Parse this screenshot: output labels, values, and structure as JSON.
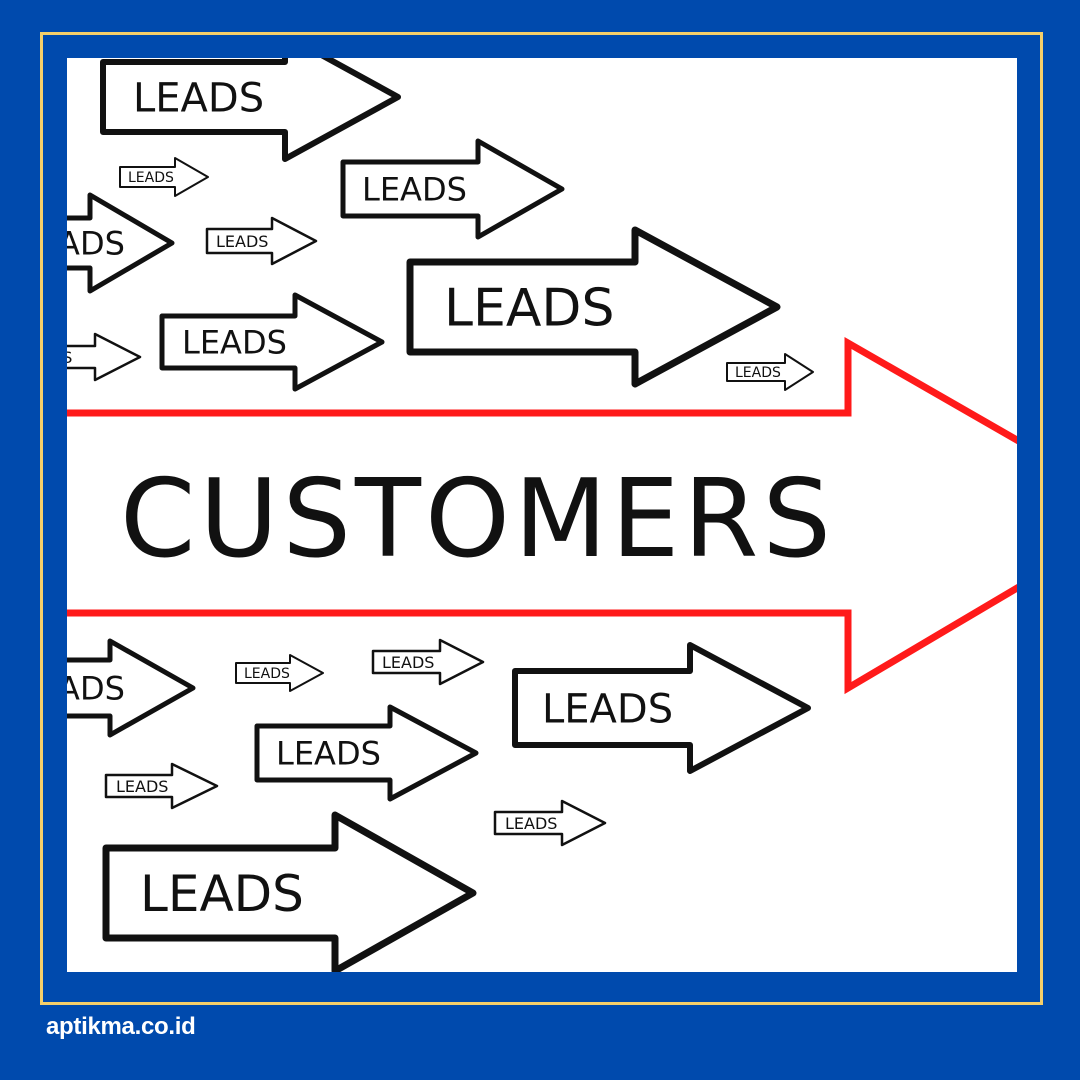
{
  "illustration": {
    "main_arrow_label": "CUSTOMERS",
    "lead_arrow_label": "LEADS",
    "colors": {
      "main_arrow": "#ff1a1a",
      "lead_arrows": "#111111",
      "frame_background": "#004aad",
      "frame_border": "#f4cf6a"
    }
  },
  "footer": {
    "website": "aptikma.co.id"
  }
}
